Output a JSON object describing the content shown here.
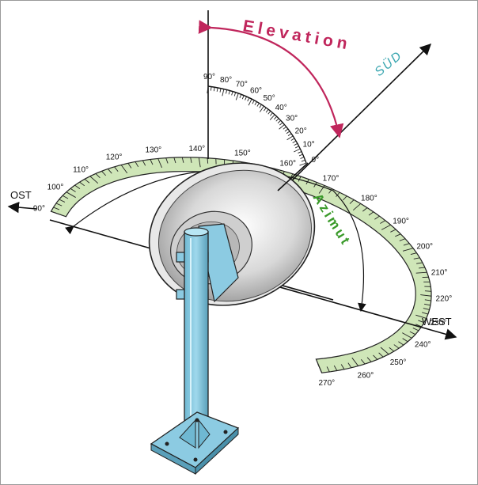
{
  "labels": {
    "elevation": "Elevation",
    "azimut": "Azimut",
    "sued": "SÜD",
    "ost": "OST",
    "west": "WEST"
  },
  "colors": {
    "elevation": "#c0265c",
    "azimut": "#3a9a2a",
    "sued": "#3aa6b0",
    "scale_band": "#cfe6b8",
    "mast": "#8fd0e6",
    "mast_dark": "#5aa9c4",
    "dish": "#d6d6d6"
  },
  "elevation_scale": {
    "ticks": [
      "90°",
      "80°",
      "70°",
      "60°",
      "50°",
      "40°",
      "30°",
      "20°",
      "10°",
      "0°"
    ]
  },
  "azimuth_scale": {
    "ticks": [
      "90°",
      "100°",
      "110°",
      "120°",
      "130°",
      "140°",
      "150°",
      "160°",
      "170°",
      "180°",
      "190°",
      "200°",
      "210°",
      "220°",
      "230°",
      "240°",
      "250°",
      "260°",
      "270°"
    ]
  }
}
